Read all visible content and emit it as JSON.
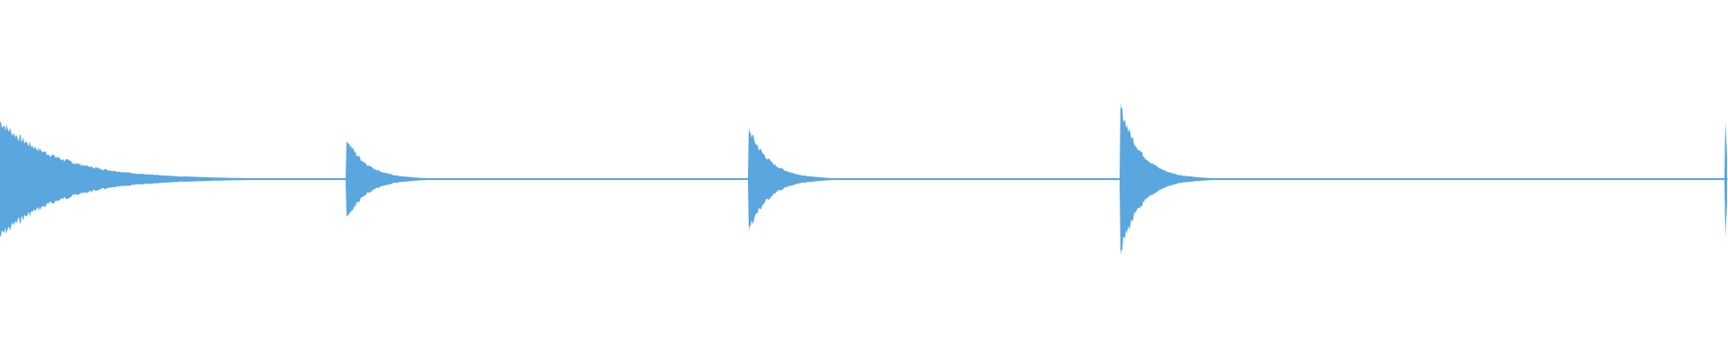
{
  "waveform": {
    "color": "#5aa6de",
    "background": "#ffffff",
    "baseline": "center",
    "transients": [
      {
        "position": 0.0,
        "peak": 0.5,
        "decay": 0.034
      },
      {
        "position": 0.0325,
        "peak": 0.07,
        "decay": 0.004
      },
      {
        "position": 0.2005,
        "peak": 0.35,
        "decay": 0.012
      },
      {
        "position": 0.4335,
        "peak": 0.44,
        "decay": 0.012
      },
      {
        "position": 0.6485,
        "peak": 0.63,
        "decay": 0.012
      },
      {
        "position": 0.9985,
        "peak": 0.55,
        "decay": 0.001
      }
    ]
  }
}
